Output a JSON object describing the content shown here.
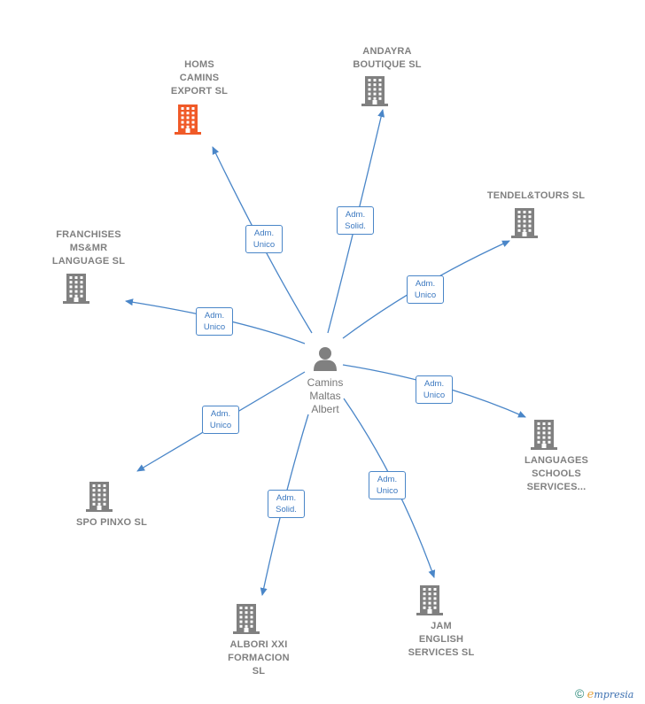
{
  "center": {
    "label": "Camins\nMaltas\nAlbert"
  },
  "companies": [
    {
      "id": "homs",
      "label": "HOMS\nCAMINS\nEXPORT  SL",
      "color": "#f05a28"
    },
    {
      "id": "andayra",
      "label": "ANDAYRA\nBOUTIQUE  SL",
      "color": "#808080"
    },
    {
      "id": "tendel",
      "label": "TENDEL&TOURS SL",
      "color": "#808080"
    },
    {
      "id": "franchises",
      "label": "FRANCHISES\nMS&MR\nLANGUAGE  SL",
      "color": "#808080"
    },
    {
      "id": "languages",
      "label": "LANGUAGES\nSCHOOLS\nSERVICES...",
      "color": "#808080"
    },
    {
      "id": "spo",
      "label": "SPO PINXO  SL",
      "color": "#808080"
    },
    {
      "id": "albori",
      "label": "ALBORI XXI\nFORMACION\nSL",
      "color": "#808080"
    },
    {
      "id": "jam",
      "label": "JAM\nENGLISH\nSERVICES  SL",
      "color": "#808080"
    }
  ],
  "relations": [
    {
      "target": "homs",
      "label": "Adm.\nUnico"
    },
    {
      "target": "andayra",
      "label": "Adm.\nSolid."
    },
    {
      "target": "tendel",
      "label": "Adm.\nUnico"
    },
    {
      "target": "franchises",
      "label": "Adm.\nUnico"
    },
    {
      "target": "languages",
      "label": "Adm.\nUnico"
    },
    {
      "target": "spo",
      "label": "Adm.\nUnico"
    },
    {
      "target": "albori",
      "label": "Adm.\nSolid."
    },
    {
      "target": "jam",
      "label": "Adm.\nUnico"
    }
  ],
  "colors": {
    "edge": "#4a86c8",
    "building": "#808080",
    "highlight": "#f05a28",
    "person": "#808080"
  },
  "footer": {
    "copyright": "©",
    "brand_initial": "e",
    "brand_rest": "mpresia"
  }
}
